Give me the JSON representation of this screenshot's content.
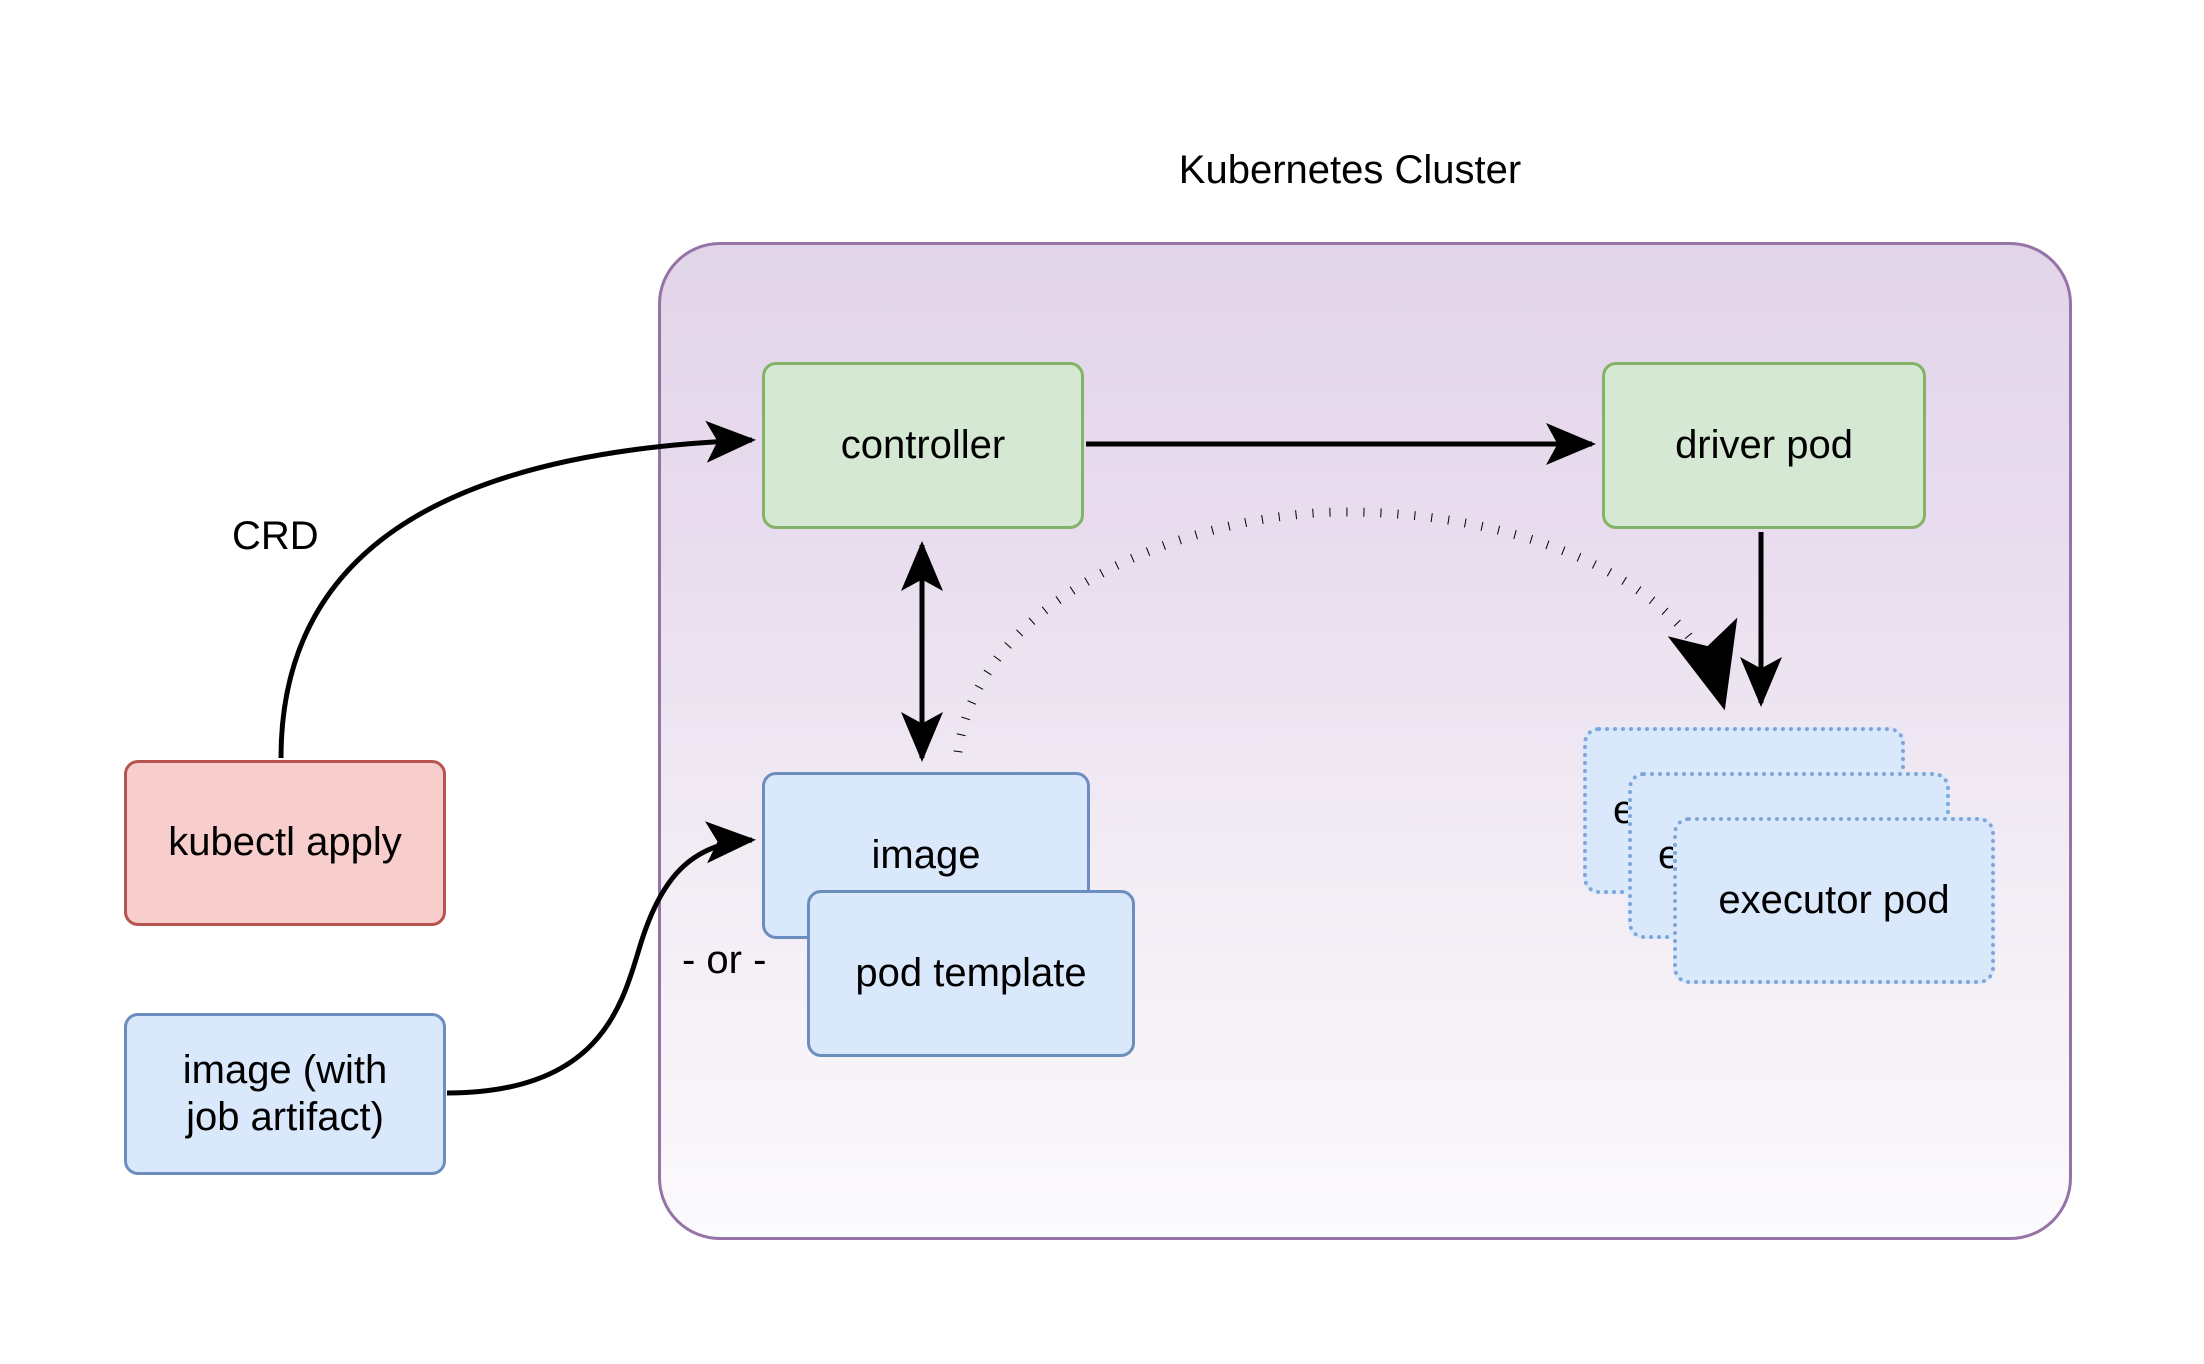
{
  "diagram": {
    "type": "flow-diagram",
    "title": "Kubernetes Cluster",
    "cluster": {
      "label": "Kubernetes Cluster",
      "border_color": "#9673a6",
      "fill_top": "#e2d5e9",
      "fill_bottom": "#fbfafc"
    },
    "nodes": [
      {
        "id": "kubectl-apply",
        "label": "kubectl apply",
        "style": "red",
        "inside_cluster": false
      },
      {
        "id": "image-job",
        "label": "image (with\njob artifact)",
        "style": "blue",
        "inside_cluster": false
      },
      {
        "id": "controller",
        "label": "controller",
        "style": "green",
        "inside_cluster": true
      },
      {
        "id": "driver-pod",
        "label": "driver pod",
        "style": "green",
        "inside_cluster": true
      },
      {
        "id": "image",
        "label": "image",
        "style": "blue",
        "inside_cluster": true
      },
      {
        "id": "pod-template",
        "label": "pod template",
        "style": "blue",
        "inside_cluster": true
      },
      {
        "id": "executor-pod-1",
        "label": "executor pod",
        "style": "blue-dotted",
        "inside_cluster": true
      },
      {
        "id": "executor-pod-2",
        "label": "executor pod",
        "style": "blue-dotted",
        "inside_cluster": true
      },
      {
        "id": "executor-pod-3",
        "label": "executor pod",
        "style": "blue-dotted",
        "inside_cluster": true
      }
    ],
    "edges": [
      {
        "from": "kubectl-apply",
        "to": "controller",
        "label": "CRD",
        "line": "solid",
        "arrow": "end"
      },
      {
        "from": "controller",
        "to": "driver-pod",
        "label": "",
        "line": "solid",
        "arrow": "end"
      },
      {
        "from": "controller",
        "to": "image",
        "label": "",
        "line": "solid",
        "arrow": "both"
      },
      {
        "from": "image-job",
        "to": "image",
        "label": "- or -",
        "line": "solid",
        "arrow": "end"
      },
      {
        "from": "image",
        "to": "executor-pod-1",
        "label": "",
        "line": "dotted",
        "arrow": "end"
      },
      {
        "from": "driver-pod",
        "to": "executor-pod-1",
        "label": "",
        "line": "solid",
        "arrow": "end"
      }
    ],
    "labels": {
      "crd": "CRD",
      "or": "- or -"
    },
    "node_labels": {
      "controller": "controller",
      "driver_pod": "driver pod",
      "executor_pod": "executor pod",
      "image": "image",
      "pod_template": "pod template",
      "kubectl_apply": "kubectl apply",
      "image_job_line1": "image (with",
      "image_job_line2": "job artifact)"
    },
    "colors": {
      "green_fill": "#d5e8d4",
      "green_stroke": "#82b366",
      "blue_fill": "#dae8fc",
      "blue_stroke": "#6c8ebf",
      "blue_dotted_stroke": "#7ea6d9",
      "red_fill": "#f8cecc",
      "red_stroke": "#b85450",
      "purple_stroke": "#9673a6",
      "edge_stroke": "#000000"
    }
  }
}
